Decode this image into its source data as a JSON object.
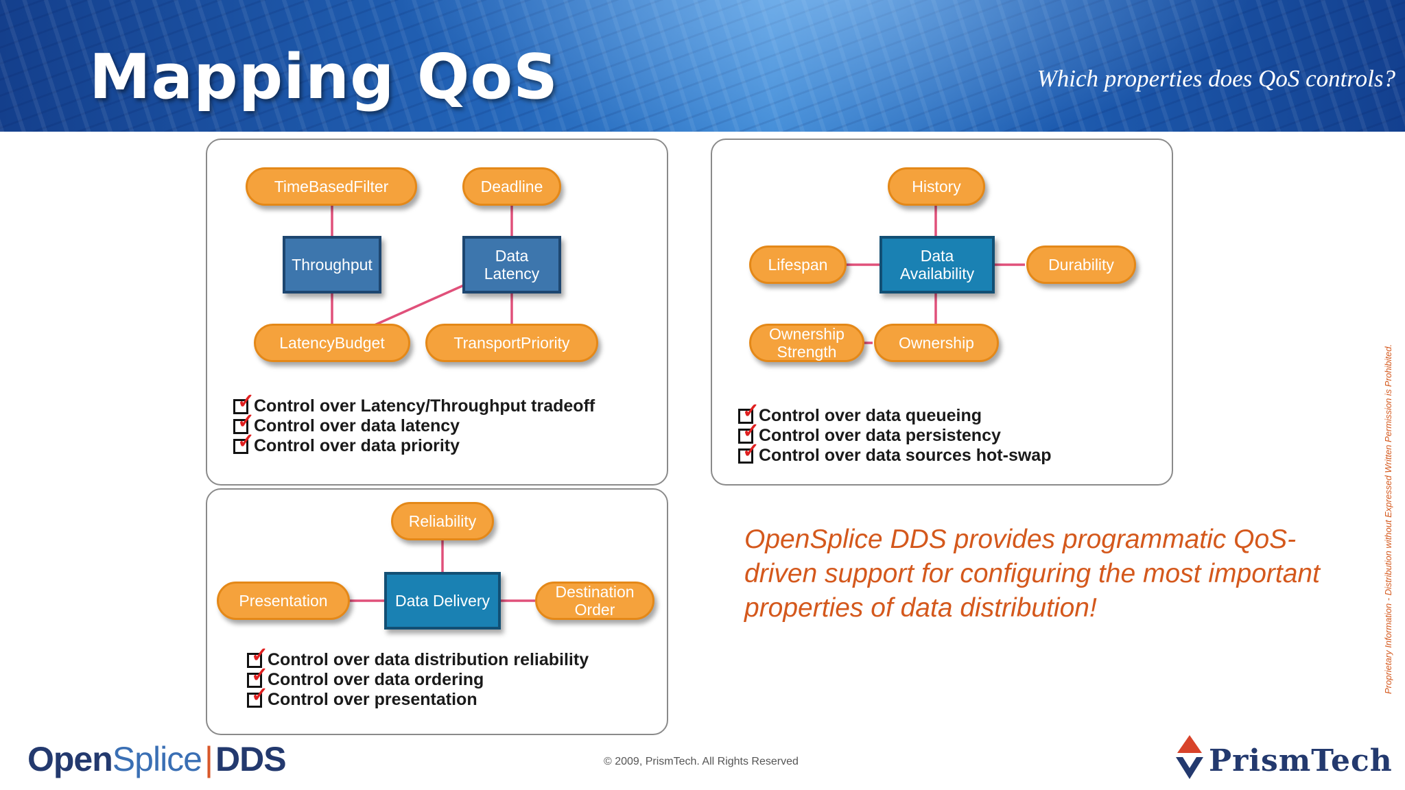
{
  "header": {
    "title": "Mapping QoS",
    "subtitle": "Which properties does QoS controls?"
  },
  "panels": {
    "throughput": {
      "nodes": {
        "time_based_filter": "TimeBasedFilter",
        "deadline": "Deadline",
        "throughput": "Throughput",
        "data_latency": "Data\nLatency",
        "latency_budget": "LatencyBudget",
        "transport_priority": "TransportPriority"
      },
      "checks": [
        "Control over Latency/Throughput tradeoff",
        "Control over data latency",
        "Control over data priority"
      ]
    },
    "availability": {
      "nodes": {
        "history": "History",
        "lifespan": "Lifespan",
        "data_availability": "Data\nAvailability",
        "durability": "Durability",
        "ownership_strength": "Ownership\nStrength",
        "ownership": "Ownership"
      },
      "checks": [
        "Control over data queueing",
        "Control over data persistency",
        "Control over data sources hot-swap"
      ]
    },
    "delivery": {
      "nodes": {
        "reliability": "Reliability",
        "presentation": "Presentation",
        "data_delivery": "Data Delivery",
        "destination_order": "Destination\nOrder"
      },
      "checks": [
        "Control over data distribution reliability",
        "Control over data ordering",
        "Control over presentation"
      ]
    }
  },
  "statement": "OpenSplice DDS provides programmatic QoS-driven support for configuring the most important properties of data distribution!",
  "side_note": "Proprietary Information - Distribution without Expressed Written Permission is Prohibited.",
  "footer": {
    "copyright": "© 2009, PrismTech. All Rights Reserved",
    "logo_opensplice": {
      "open": "Open",
      "splice": "Splice",
      "bar": "|",
      "dds": "DDS"
    },
    "logo_prismtech": "PrismTech"
  },
  "colors": {
    "pill_fill": "#f5a23c",
    "box_fill": "#3d76ad",
    "connector": "#e0507a",
    "statement": "#d4581c",
    "logo_navy": "#23396e"
  },
  "icons": [
    "checkbox-checked-icon",
    "prismtech-logo-icon"
  ]
}
